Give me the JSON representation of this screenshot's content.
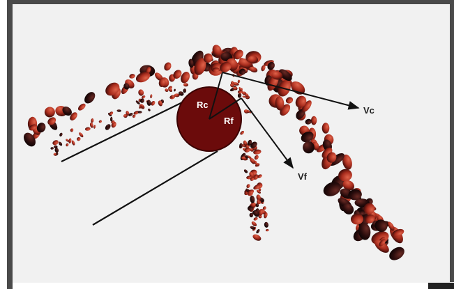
{
  "diagram": {
    "labels": {
      "coarse_radius": "Rc",
      "fine_radius": "Rf",
      "coarse_velocity": "Vc",
      "fine_velocity": "Vf"
    },
    "colors": {
      "background": "#f1f1f1",
      "frame": "#4a4a4a",
      "roller": "#6b0b0b",
      "roller_edge": "#3a0000",
      "particle_light": "#c2452d",
      "particle_mid": "#8e2418",
      "particle_dark": "#2a0c0c",
      "line": "#111111"
    }
  }
}
